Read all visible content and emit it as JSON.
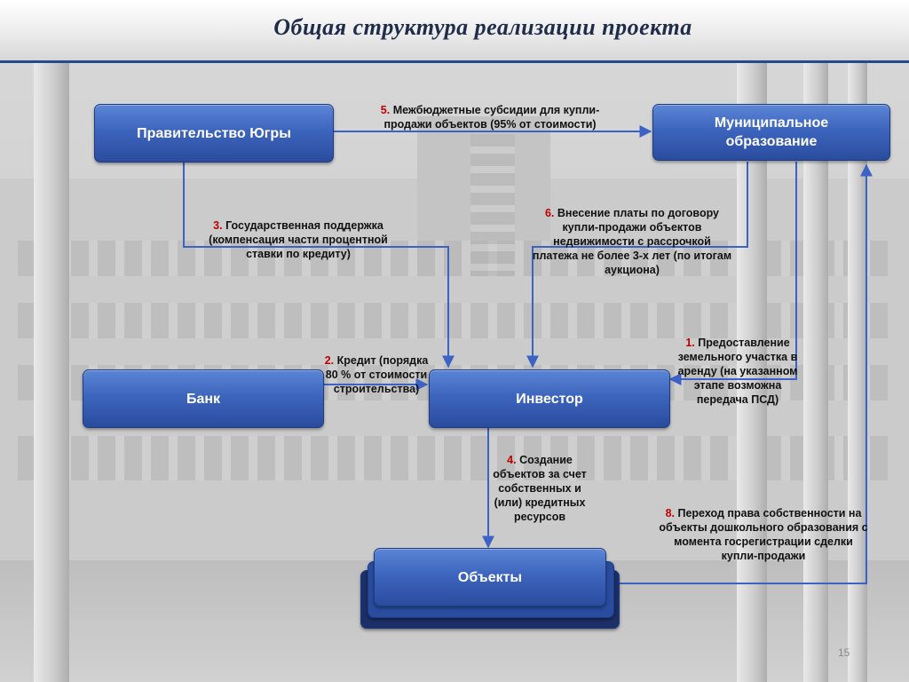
{
  "title": "Общая структура реализации проекта",
  "nodes": {
    "government": "Правительство Югры",
    "municipality": "Муниципальное образование",
    "bank": "Банк",
    "investor": "Инвестор",
    "objects": "Объекты"
  },
  "flows": [
    {
      "id": "5",
      "num": "5.",
      "text": "Межбюджетные субсидии для купли-продажи объектов (95% от стоимости)"
    },
    {
      "id": "3",
      "num": "3.",
      "text": "Государственная поддержка (компенсация части процентной ставки по кредиту)"
    },
    {
      "id": "6",
      "num": "6.",
      "text": "Внесение платы по договору купли-продажи объектов недвижимости с рассрочкой платежа не более 3-х лет (по итогам аукциона)"
    },
    {
      "id": "2",
      "num": "2.",
      "text": "Кредит (порядка 80 % от стоимости строительства)"
    },
    {
      "id": "1",
      "num": "1.",
      "text": "Предоставление земельного участка в аренду (на указанном этапе возможна передача ПСД)"
    },
    {
      "id": "4",
      "num": "4.",
      "text": "Создание объектов за счет собственных и (или) кредитных ресурсов"
    },
    {
      "id": "8",
      "num": "8.",
      "text": "Переход права собственности на объекты дошкольного образования с момента госрегистрации сделки купли-продажи"
    }
  ],
  "page_number": "15",
  "colors": {
    "box": "#3d65bd",
    "line": "#3b62c4",
    "number": "#c00000",
    "title": "#1f2d4a"
  }
}
